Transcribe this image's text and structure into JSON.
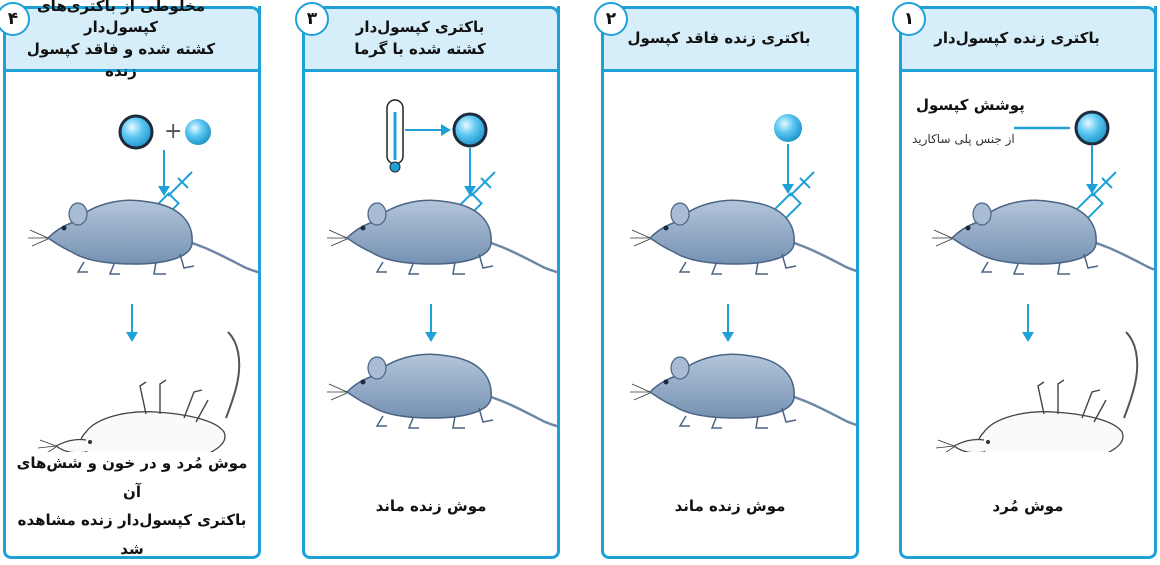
{
  "panels": [
    {
      "number": "۱",
      "title": "باکتری زنده کپسول‌دار",
      "result": "موش مُرد"
    },
    {
      "number": "۲",
      "title": "باکتری زنده فاقد کپسول",
      "result": "موش زنده ماند"
    },
    {
      "number": "۳",
      "title": "باکتری کپسول‌دار\nکشته شده با گرما",
      "result": "موش زنده ماند"
    },
    {
      "number": "۴",
      "title": "مخلوطی از باکتری‌های کپسول‌دار\nکشته شده و فاقد کپسول زنده",
      "result": "موش مُرد و در خون و شش‌های آن\nباکتری کپسول‌دار زنده مشاهده شد"
    }
  ],
  "labels": {
    "capsule": "پوشش کپسول",
    "capsule_material": "از جنس پلی ساکارید",
    "plus": "+"
  },
  "colors": {
    "frame": "#1fa1d8",
    "header_bg": "#d6eef9",
    "mouse": "#8fa7c3",
    "bacteria": "#2ab0e8"
  }
}
